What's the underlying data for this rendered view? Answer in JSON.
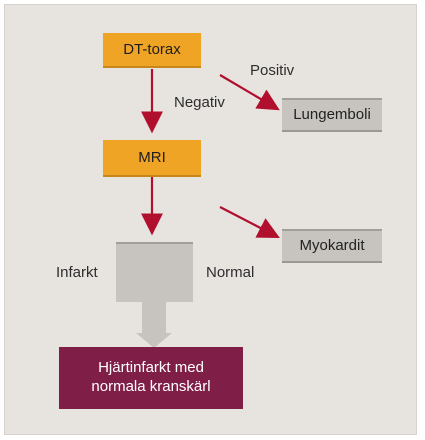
{
  "diagram": {
    "nodes": {
      "dt_torax": "DT-torax",
      "lungemboli": "Lungemboli",
      "mri": "MRI",
      "myokardit": "Myokardit",
      "result_line_1": "Hjärtinfarkt med",
      "result_line_2": "normala kranskärl"
    },
    "labels": {
      "positiv": "Positiv",
      "negativ": "Negativ",
      "infarkt": "Infarkt",
      "normal": "Normal"
    },
    "colors": {
      "background": "#e7e4df",
      "orange_box": "#f0a425",
      "gray_box": "#c7c4bf",
      "result_box": "#7f1f47",
      "arrow": "#b10f2e",
      "funnel": "#c7c4bf"
    }
  }
}
